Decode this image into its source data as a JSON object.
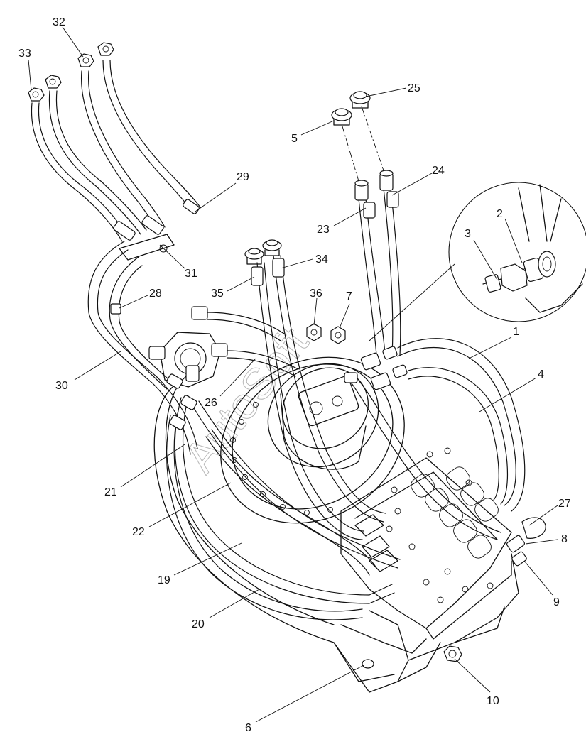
{
  "callouts": [
    {
      "id": "c1",
      "label": "1"
    },
    {
      "id": "c2",
      "label": "2"
    },
    {
      "id": "c3",
      "label": "3"
    },
    {
      "id": "c4",
      "label": "4"
    },
    {
      "id": "c5",
      "label": "5"
    },
    {
      "id": "c6",
      "label": "6"
    },
    {
      "id": "c7",
      "label": "7"
    },
    {
      "id": "c8",
      "label": "8"
    },
    {
      "id": "c9",
      "label": "9"
    },
    {
      "id": "c10",
      "label": "10"
    },
    {
      "id": "c19",
      "label": "19"
    },
    {
      "id": "c20",
      "label": "20"
    },
    {
      "id": "c21",
      "label": "21"
    },
    {
      "id": "c22",
      "label": "22"
    },
    {
      "id": "c23",
      "label": "23"
    },
    {
      "id": "c24",
      "label": "24"
    },
    {
      "id": "c25",
      "label": "25"
    },
    {
      "id": "c26",
      "label": "26"
    },
    {
      "id": "c27",
      "label": "27"
    },
    {
      "id": "c28",
      "label": "28"
    },
    {
      "id": "c29",
      "label": "29"
    },
    {
      "id": "c30",
      "label": "30"
    },
    {
      "id": "c31",
      "label": "31"
    },
    {
      "id": "c32",
      "label": "32"
    },
    {
      "id": "c33",
      "label": "33"
    },
    {
      "id": "c34",
      "label": "34"
    },
    {
      "id": "c35",
      "label": "35"
    },
    {
      "id": "c36",
      "label": "36"
    }
  ],
  "watermark": "AutoSoft"
}
